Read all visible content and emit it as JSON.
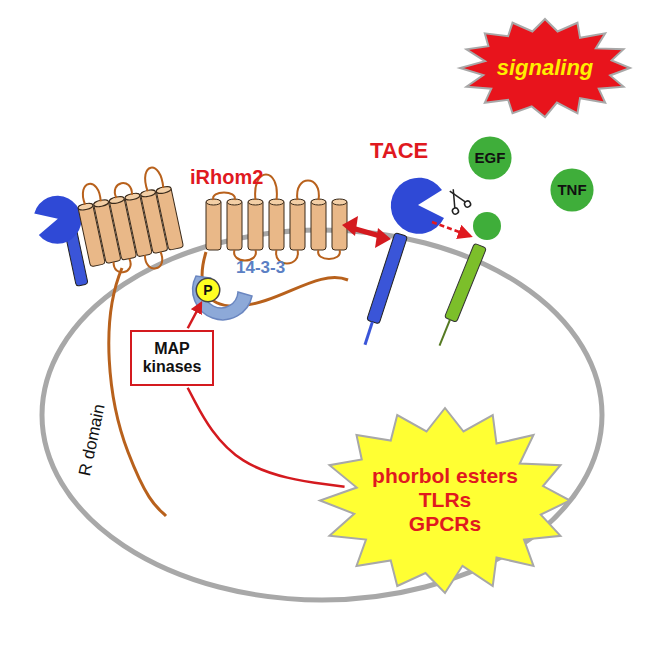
{
  "diagram": {
    "nodes": [
      {
        "text": [
          "signaling"
        ]
      },
      {
        "text": [
          "EGF"
        ]
      },
      {
        "text": [
          "TNF"
        ]
      },
      {
        "text": [
          "P"
        ]
      },
      {
        "text": [
          "MAP kinases"
        ]
      },
      {
        "text": [
          "phorbol esters",
          "TLRs",
          "GPCRs"
        ]
      }
    ],
    "edges": [
      {
        "from": 5,
        "to": 4,
        "arrow": "none"
      },
      {
        "from": 4,
        "to": 3,
        "arrow": "to"
      }
    ],
    "labels": [
      "iRhom2",
      "TACE",
      "14-3-3",
      "R domain"
    ]
  }
}
